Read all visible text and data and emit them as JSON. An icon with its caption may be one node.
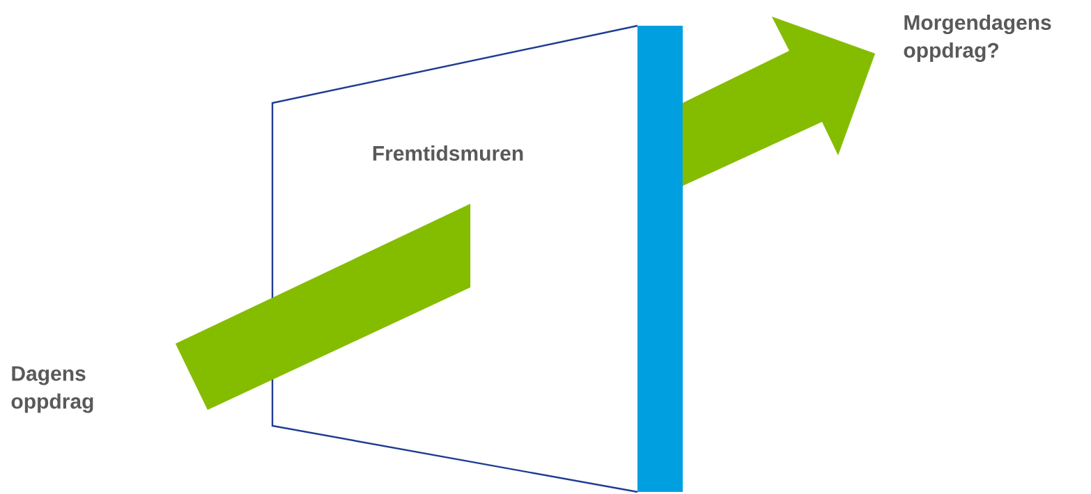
{
  "diagram": {
    "nodes": [
      {
        "text": [
          "Dagens oppdrag"
        ]
      },
      {
        "text": [
          "Fremtidsmuren"
        ]
      },
      {
        "text": [
          "Morgendagens oppdrag?"
        ]
      }
    ],
    "edges": [
      {
        "from": 0,
        "to": 1,
        "arrow": "none"
      },
      {
        "from": 1,
        "to": 2,
        "arrow": "to"
      }
    ]
  }
}
